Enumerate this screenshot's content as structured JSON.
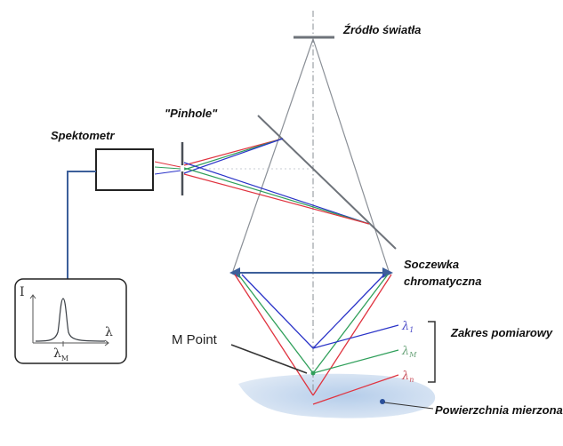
{
  "labels": {
    "light_source": "Źródło światła",
    "pinhole": "\"Pinhole\"",
    "spectrometer": "Spektometr",
    "lens_line1": "Soczewka",
    "lens_line2": "chromatyczna",
    "range": "Zakres pomiarowy",
    "m_point": "M Point",
    "surface": "Powierzchnia mierzona"
  },
  "lambda": {
    "symbol": "λ",
    "sub_1": "1",
    "sub_m": "M",
    "sub_n": "n"
  },
  "graph": {
    "y_axis": "I",
    "x_axis": "λ",
    "peak_symbol": "λ",
    "peak_sub": "M"
  },
  "colors": {
    "blue_ray": "#2a33c8",
    "green_ray": "#2f9f5a",
    "red_ray": "#e0333f",
    "structure": "#6e737a",
    "lens": "#3c5f9a",
    "surface": "#c7d9ee",
    "text_lambda_blue": "#4b4bc8",
    "text_lambda_green": "#6aa37a",
    "text_lambda_red": "#c8505c"
  }
}
